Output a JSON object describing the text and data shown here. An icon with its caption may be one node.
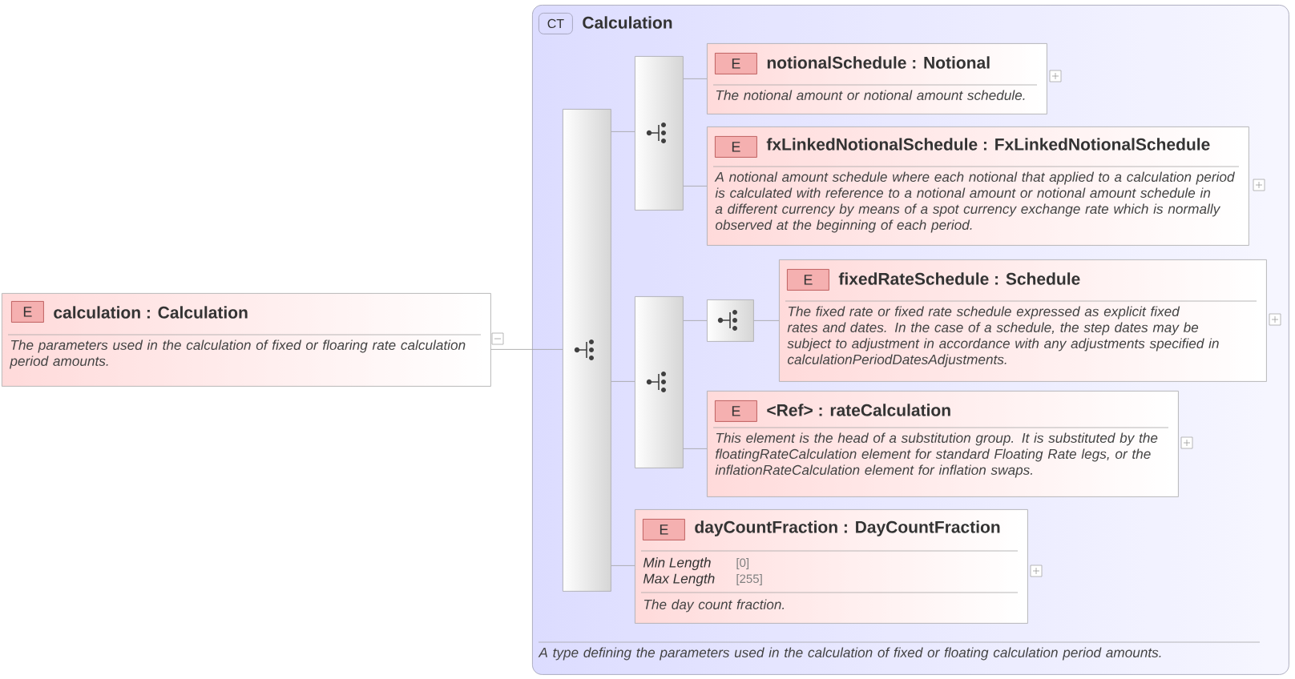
{
  "diagram": {
    "nodes": [
      {
        "text": [
          "E",
          "calculation : Calculation",
          "The parameters used in the calculation of fixed or floaring rate calculation period amounts."
        ]
      },
      {
        "text": [
          "CT",
          "Calculation",
          "A type defining the parameters used in the calculation of fixed or floating calculation period amounts."
        ]
      },
      {
        "text": [],
        "shape": "box",
        "in": 1
      },
      {
        "text": [],
        "shape": "box",
        "in": 1
      },
      {
        "text": [
          "E",
          "notionalSchedule : Notional",
          "The notional amount or notional amount schedule."
        ],
        "in": 1
      },
      {
        "text": [
          "E",
          "fxLinkedNotionalSchedule : FxLinkedNotionalSchedule",
          "A notional amount schedule where each notional that applied to a calculation period is calculated with reference to a notional amount or notional amount schedule in a different currency by means of a spot currency exchange rate which is normally observed at the beginning of each period."
        ],
        "in": 1
      },
      {
        "text": [],
        "shape": "box",
        "in": 1
      },
      {
        "text": [],
        "shape": "box",
        "in": 1
      },
      {
        "text": [
          "E",
          "fixedRateSchedule : Schedule",
          "The fixed rate or fixed rate schedule expressed as explicit fixed rates and dates. In the case of a schedule, the step dates may be subject to adjustment in accordance with any adjustments specified in calculationPeriodDatesAdjustments."
        ],
        "in": 1
      },
      {
        "text": [
          "E",
          "<Ref> : rateCalculation",
          "This element is the head of a substitution group. It is substituted by the floatingRateCalculation element for standard Floating Rate legs, or the inflationRateCalculation element for inflation swaps."
        ],
        "in": 1
      },
      {
        "text": [
          "E",
          "dayCountFraction : DayCountFraction",
          "Min Length",
          "[0]",
          "Max Length",
          "[255]",
          "The day count fraction."
        ],
        "in": 1
      }
    ],
    "edges": [
      {
        "from": 0,
        "to": 2,
        "arrow": "none"
      },
      {
        "from": 2,
        "to": 3,
        "arrow": "none"
      },
      {
        "from": 2,
        "to": 6,
        "arrow": "none"
      },
      {
        "from": 2,
        "to": 10,
        "arrow": "none"
      },
      {
        "from": 3,
        "to": 4,
        "arrow": "none"
      },
      {
        "from": 3,
        "to": 5,
        "arrow": "none"
      },
      {
        "from": 6,
        "to": 7,
        "arrow": "none"
      },
      {
        "from": 7,
        "to": 8,
        "arrow": "none"
      },
      {
        "from": 6,
        "to": 9,
        "arrow": "none"
      }
    ]
  }
}
